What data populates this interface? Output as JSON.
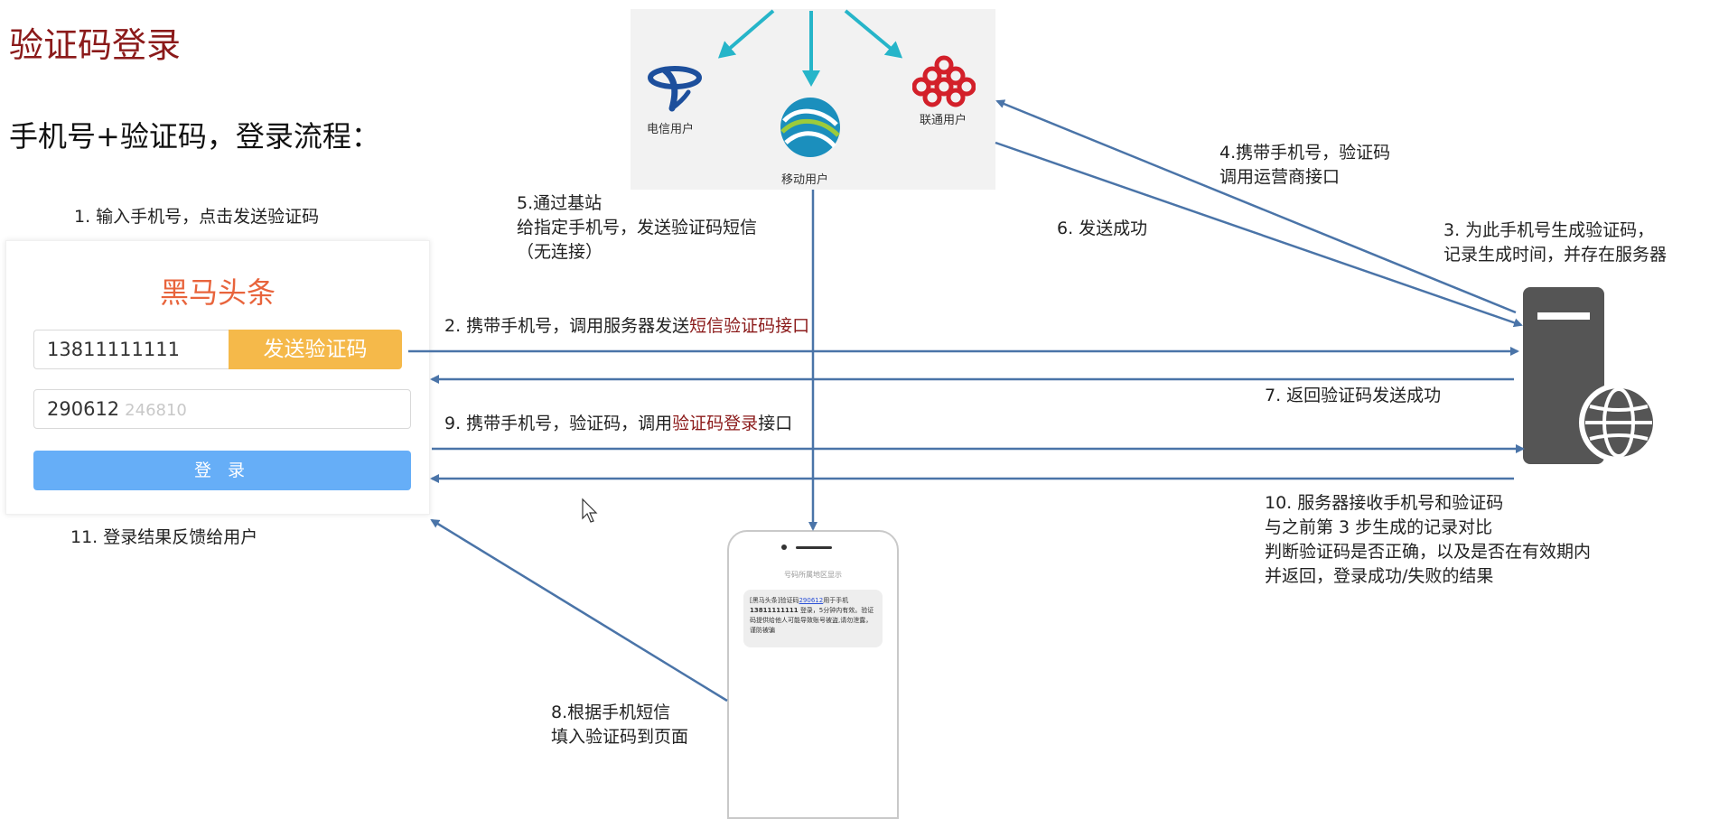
{
  "title": "验证码登录",
  "subtitle": "手机号+验证码，登录流程：",
  "steps": {
    "s1": "1. 输入手机号，点击发送验证码",
    "s2_pre": "2. 携带手机号，调用服务器发送",
    "s2_hl": "短信验证码接口",
    "s3_l1": "3. 为此手机号生成验证码，",
    "s3_l2": "记录生成时间，并存在服务器",
    "s4_l1": "4.携带手机号，验证码",
    "s4_l2": "调用运营商接口",
    "s5_l1": "5.通过基站",
    "s5_l2": "给指定手机号，发送验证码短信",
    "s5_l3": "（无连接）",
    "s6": "6. 发送成功",
    "s7": "7. 返回验证码发送成功",
    "s8_l1": "8.根据手机短信",
    "s8_l2": "填入验证码到页面",
    "s9_pre": "9. 携带手机号，验证码，调用",
    "s9_hl": "验证码登录",
    "s9_post": "接口",
    "s10_l1": "10. 服务器接收手机号和验证码",
    "s10_l2": "与之前第 3 步生成的记录对比",
    "s10_l3": "判断验证码是否正确，以及是否在有效期内",
    "s10_l4": "并返回，登录成功/失败的结果",
    "s11": "11. 登录结果反馈给用户"
  },
  "login_form": {
    "brand": "黑马头条",
    "phone_value": "13811111111",
    "send_button": "发送验证码",
    "code_value": "290612",
    "code_placeholder": "246810",
    "login_button": "登 录"
  },
  "carriers": {
    "telecom": "电信用户",
    "mobile": "移动用户",
    "unicom": "联通用户"
  },
  "phone_sms": {
    "hint": "号码所属地区显示",
    "sms_prefix": "[黑马头条]验证码",
    "sms_code": "290612",
    "sms_mid": "用于手机",
    "sms_phone": "13811111111",
    "sms_rest": "登录，5分钟内有效。验证码提供给他人可能导致账号被盗,请勿泄露，谨防被骗"
  },
  "colors": {
    "arrow": "#4a74a8",
    "carrier_arrow": "#26b5c9",
    "title": "#8b1a1a",
    "brand": "#e8643c",
    "send_button": "#f5b94a",
    "login_button": "#66aef7"
  }
}
